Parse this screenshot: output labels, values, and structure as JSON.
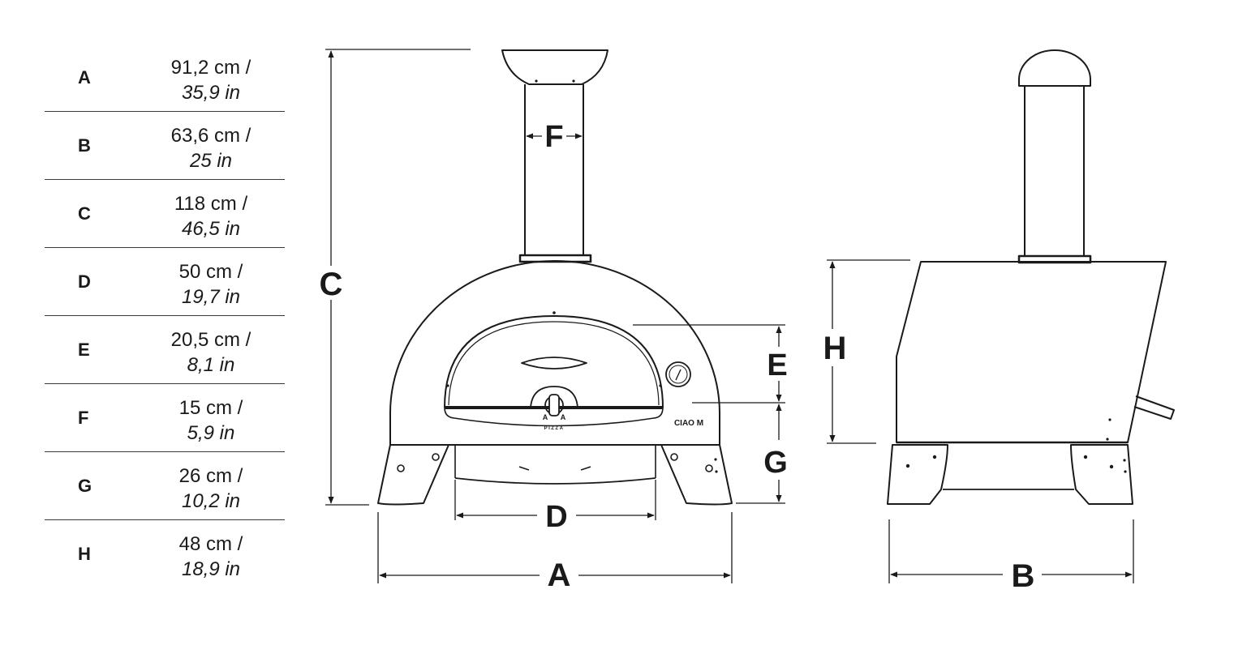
{
  "dimensions": [
    {
      "letter": "A",
      "metric": "91,2 cm /",
      "imperial": "35,9 in"
    },
    {
      "letter": "B",
      "metric": "63,6 cm /",
      "imperial": "25 in"
    },
    {
      "letter": "C",
      "metric": "118 cm /",
      "imperial": "46,5 in"
    },
    {
      "letter": "D",
      "metric": "50 cm /",
      "imperial": "19,7 in"
    },
    {
      "letter": "E",
      "metric": "20,5 cm /",
      "imperial": "8,1 in"
    },
    {
      "letter": "F",
      "metric": "15 cm /",
      "imperial": "5,9 in"
    },
    {
      "letter": "G",
      "metric": "26 cm /",
      "imperial": "10,2 in"
    },
    {
      "letter": "H",
      "metric": "48 cm /",
      "imperial": "18,9 in"
    }
  ],
  "drawing": {
    "labels": {
      "a": "A",
      "b": "B",
      "c": "C",
      "d": "D",
      "e": "E",
      "f": "F",
      "g": "G",
      "h": "H"
    },
    "brand_marks": {
      "front_badge": "CIAO M",
      "door_logo": "A",
      "door_text": "PIZZA"
    }
  }
}
